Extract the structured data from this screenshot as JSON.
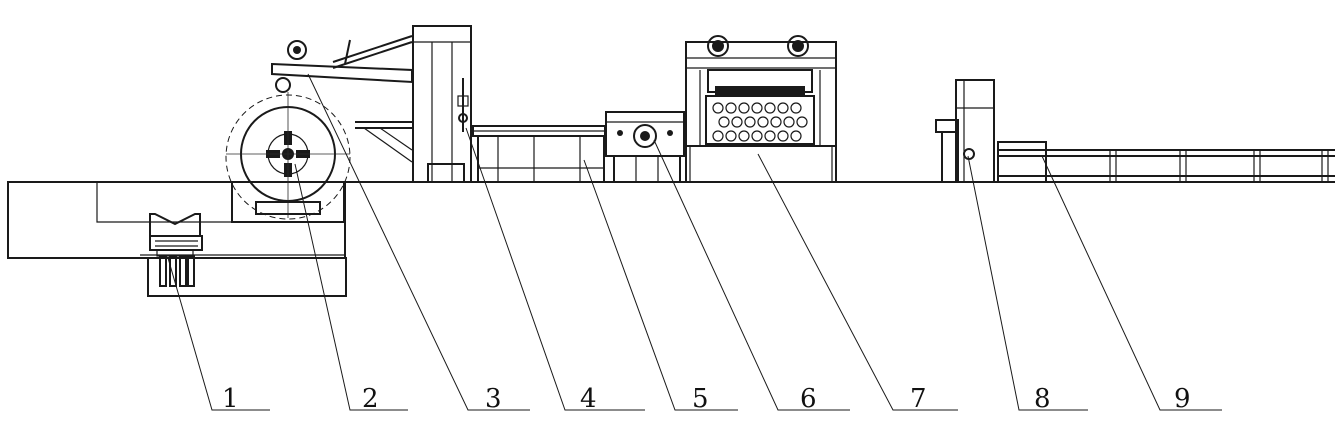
{
  "callouts": [
    {
      "id": "1",
      "text": "1"
    },
    {
      "id": "2",
      "text": "2"
    },
    {
      "id": "3",
      "text": "3"
    },
    {
      "id": "4",
      "text": "4"
    },
    {
      "id": "5",
      "text": "5"
    },
    {
      "id": "6",
      "text": "6"
    },
    {
      "id": "7",
      "text": "7"
    },
    {
      "id": "8",
      "text": "8"
    },
    {
      "id": "9",
      "text": "9"
    }
  ],
  "colors": {
    "line": "#1a1a1a",
    "background": "#ffffff"
  }
}
